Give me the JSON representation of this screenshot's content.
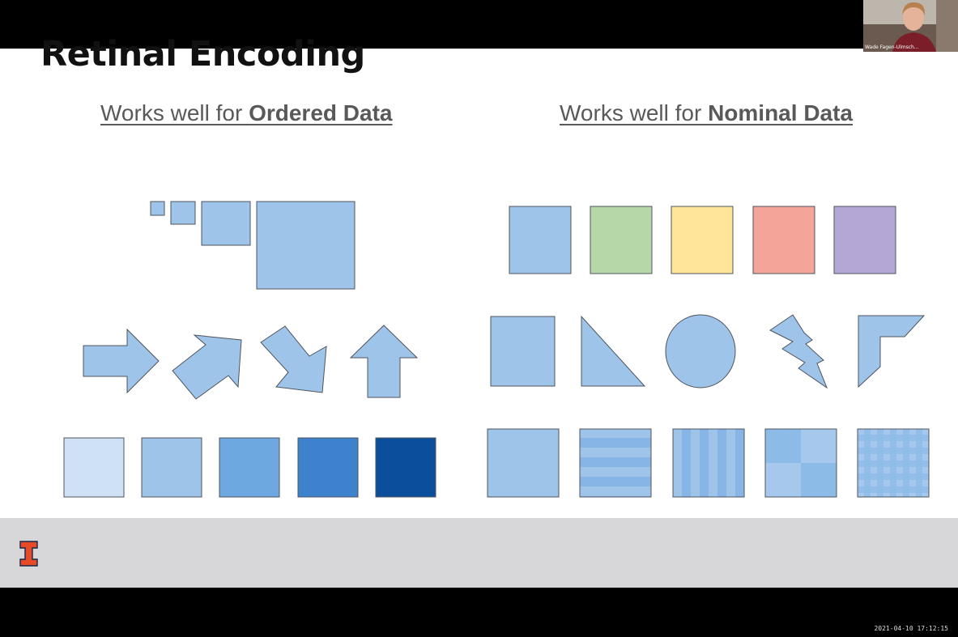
{
  "slide": {
    "title": "Retinal Encoding",
    "ordered": {
      "prefix": "Works well for ",
      "emphasis": "Ordered Data"
    },
    "nominal": {
      "prefix": "Works well for ",
      "emphasis": "Nominal Data"
    }
  },
  "colors": {
    "base_blue": "#9fc4ea",
    "outline": "#4f545c",
    "nominal_hues": [
      "#9fc4ea",
      "#b6d7a8",
      "#ffe599",
      "#f4a59a",
      "#b4a7d6"
    ],
    "value_ramp": [
      "#cfe1f5",
      "#9fc4ea",
      "#6ea8e0",
      "#3c82cc",
      "#0b4f9c"
    ],
    "brand_orange": "#e84a27",
    "brand_navy": "#13294b"
  },
  "encodings": {
    "ordered": [
      "size",
      "orientation",
      "value"
    ],
    "nominal": [
      "color-hue",
      "shape",
      "texture"
    ]
  },
  "icons": {
    "logo": "block-i-logo"
  },
  "overlay": {
    "webcam_label": "Wade Fagen-Ulmsch...",
    "timestamp": "2021-04-10 17:12:15"
  }
}
